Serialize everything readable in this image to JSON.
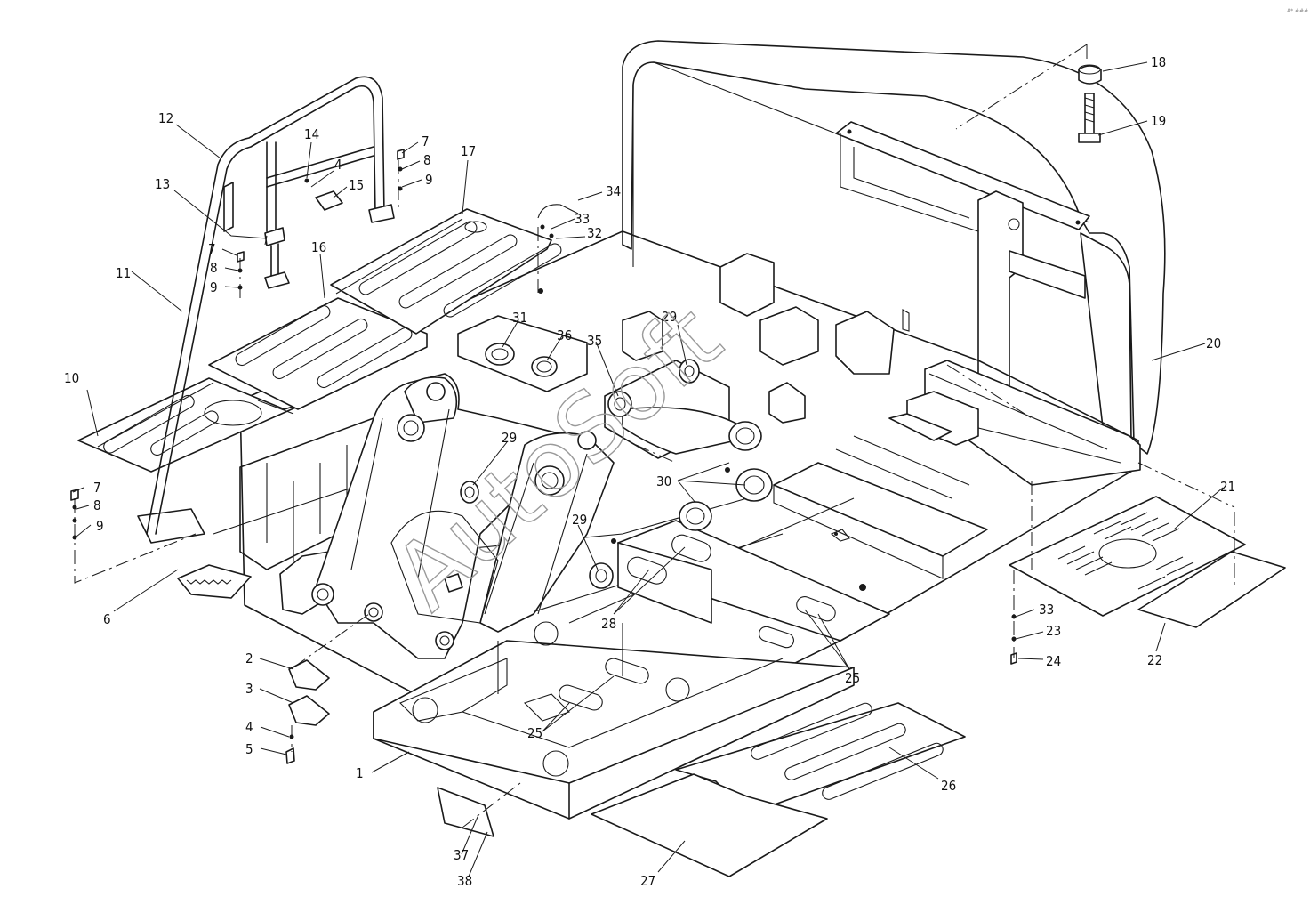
{
  "watermark": "AutoSoft",
  "corner_mark": "A* ###",
  "callouts": [
    {
      "id": "c1",
      "label": "1"
    },
    {
      "id": "c2",
      "label": "2"
    },
    {
      "id": "c3",
      "label": "3"
    },
    {
      "id": "c4a",
      "label": "4"
    },
    {
      "id": "c4b",
      "label": "4"
    },
    {
      "id": "c5",
      "label": "5"
    },
    {
      "id": "c6",
      "label": "6"
    },
    {
      "id": "c7a",
      "label": "7"
    },
    {
      "id": "c7b",
      "label": "7"
    },
    {
      "id": "c7c",
      "label": "7"
    },
    {
      "id": "c8a",
      "label": "8"
    },
    {
      "id": "c8b",
      "label": "8"
    },
    {
      "id": "c8c",
      "label": "8"
    },
    {
      "id": "c9a",
      "label": "9"
    },
    {
      "id": "c9b",
      "label": "9"
    },
    {
      "id": "c9c",
      "label": "9"
    },
    {
      "id": "c10",
      "label": "10"
    },
    {
      "id": "c11",
      "label": "11"
    },
    {
      "id": "c12",
      "label": "12"
    },
    {
      "id": "c13",
      "label": "13"
    },
    {
      "id": "c14",
      "label": "14"
    },
    {
      "id": "c15",
      "label": "15"
    },
    {
      "id": "c16",
      "label": "16"
    },
    {
      "id": "c17",
      "label": "17"
    },
    {
      "id": "c18",
      "label": "18"
    },
    {
      "id": "c19",
      "label": "19"
    },
    {
      "id": "c20",
      "label": "20"
    },
    {
      "id": "c21",
      "label": "21"
    },
    {
      "id": "c22",
      "label": "22"
    },
    {
      "id": "c23",
      "label": "23"
    },
    {
      "id": "c24",
      "label": "24"
    },
    {
      "id": "c25a",
      "label": "25"
    },
    {
      "id": "c25b",
      "label": "25"
    },
    {
      "id": "c26",
      "label": "26"
    },
    {
      "id": "c27",
      "label": "27"
    },
    {
      "id": "c28",
      "label": "28"
    },
    {
      "id": "c29a",
      "label": "29"
    },
    {
      "id": "c29b",
      "label": "29"
    },
    {
      "id": "c29c",
      "label": "29"
    },
    {
      "id": "c30",
      "label": "30"
    },
    {
      "id": "c31",
      "label": "31"
    },
    {
      "id": "c32",
      "label": "32"
    },
    {
      "id": "c33a",
      "label": "33"
    },
    {
      "id": "c33b",
      "label": "33"
    },
    {
      "id": "c34",
      "label": "34"
    },
    {
      "id": "c35",
      "label": "35"
    },
    {
      "id": "c36",
      "label": "36"
    },
    {
      "id": "c37",
      "label": "37"
    },
    {
      "id": "c38",
      "label": "38"
    }
  ]
}
